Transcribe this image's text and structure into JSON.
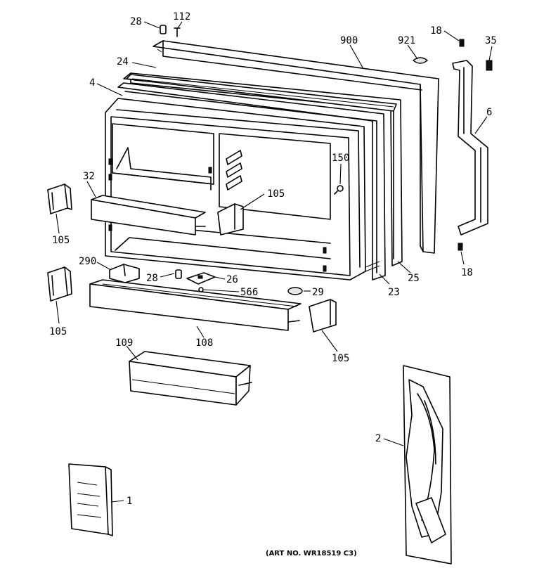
{
  "labels": {
    "p28a": "28",
    "p112": "112",
    "p900": "900",
    "p921": "921",
    "p18a": "18",
    "p35": "35",
    "p24": "24",
    "p4": "4",
    "p6": "6",
    "p150": "150",
    "p32": "32",
    "p105a": "105",
    "p105b": "105",
    "p105c": "105",
    "p105d": "105",
    "p18b": "18",
    "p290": "290",
    "p28b": "28",
    "p26": "26",
    "p566": "566",
    "p29": "29",
    "p23": "23",
    "p25": "25",
    "p108": "108",
    "p109": "109",
    "p2": "2",
    "p1": "1"
  },
  "art_number": "(ART NO. WR18519 C3)"
}
